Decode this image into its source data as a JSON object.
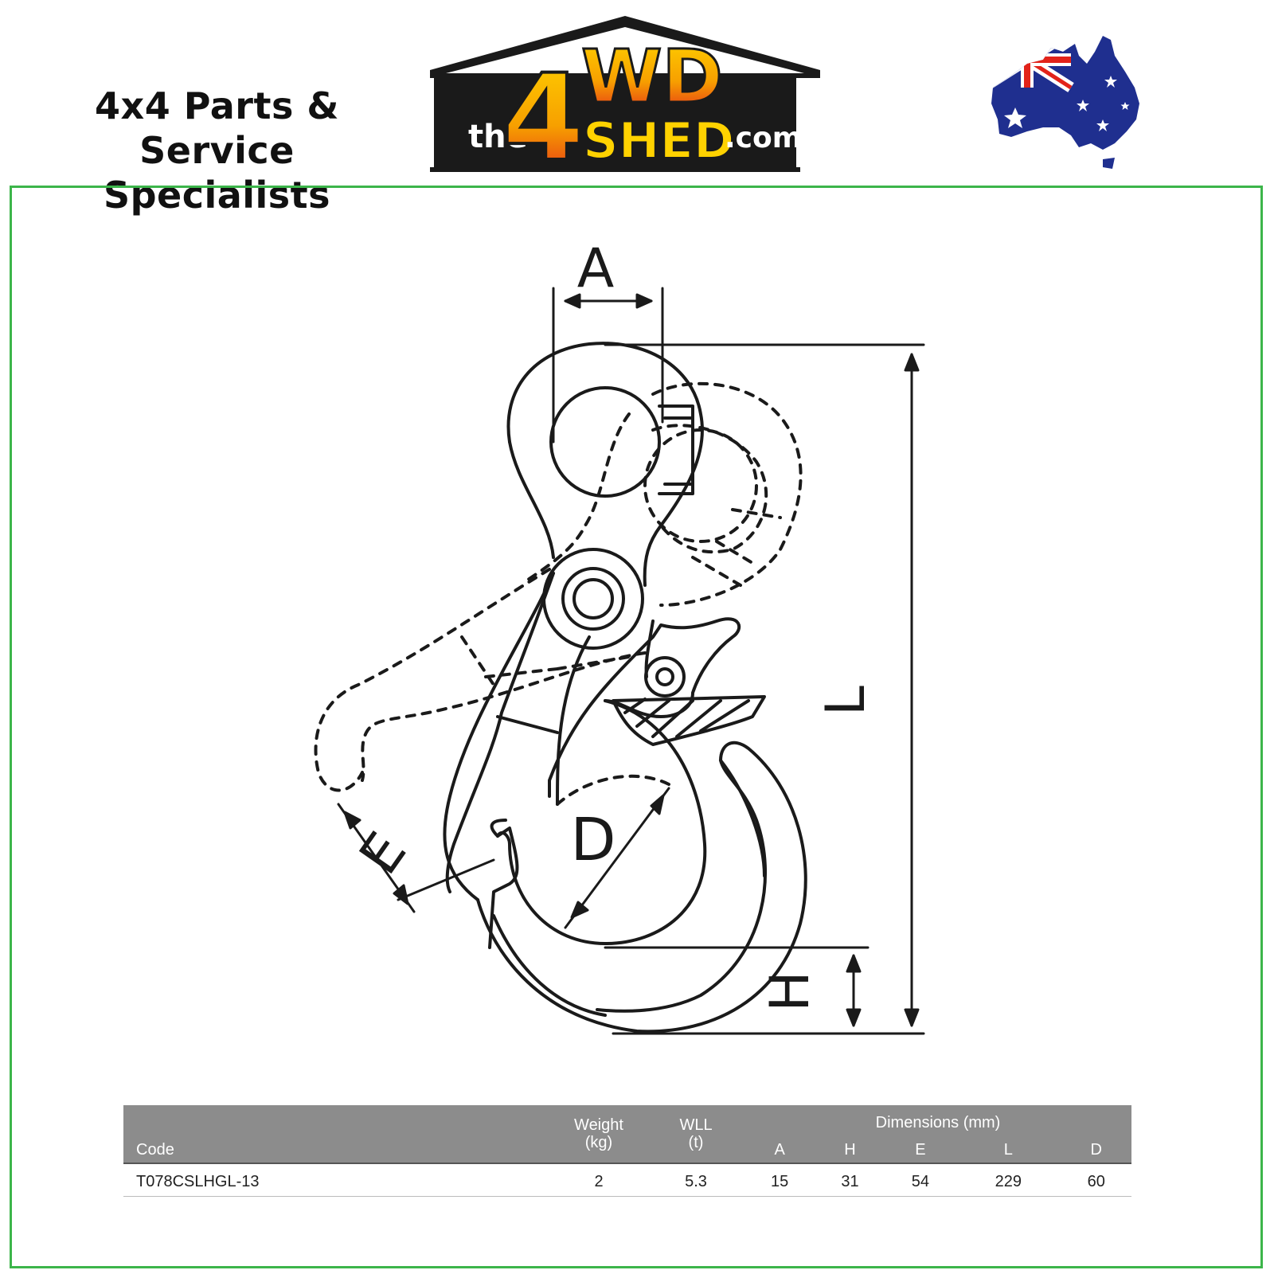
{
  "header": {
    "tagline_line1": "4x4 Parts & Service",
    "tagline_line2": "Specialists",
    "logo_the": "the",
    "logo_4": "4",
    "logo_wd": "WD",
    "logo_shed": "SHED",
    "logo_com": ".com",
    "flag_icon": "australia-flag-map-icon"
  },
  "diagram": {
    "labels": {
      "A": "A",
      "L": "L",
      "E": "E",
      "D": "D",
      "H": "H"
    }
  },
  "table": {
    "headers": {
      "code": "Code",
      "weight_line1": "Weight",
      "weight_line2": "(kg)",
      "wll_line1": "WLL",
      "wll_line2": "(t)",
      "dimensions": "Dimensions (mm)",
      "A": "A",
      "H": "H",
      "E": "E",
      "L": "L",
      "D": "D"
    },
    "rows": [
      {
        "code": "T078CSLHGL-13",
        "weight": "2",
        "wll": "5.3",
        "A": "15",
        "H": "31",
        "E": "54",
        "L": "229",
        "D": "60"
      }
    ]
  },
  "colors": {
    "frame_border": "#3cb54a",
    "logo_dark": "#1a1a1a",
    "logo_orange": "#f28c00",
    "logo_yellow": "#ffd200",
    "logo_red": "#e2231a",
    "table_header": "#8c8c8c"
  }
}
